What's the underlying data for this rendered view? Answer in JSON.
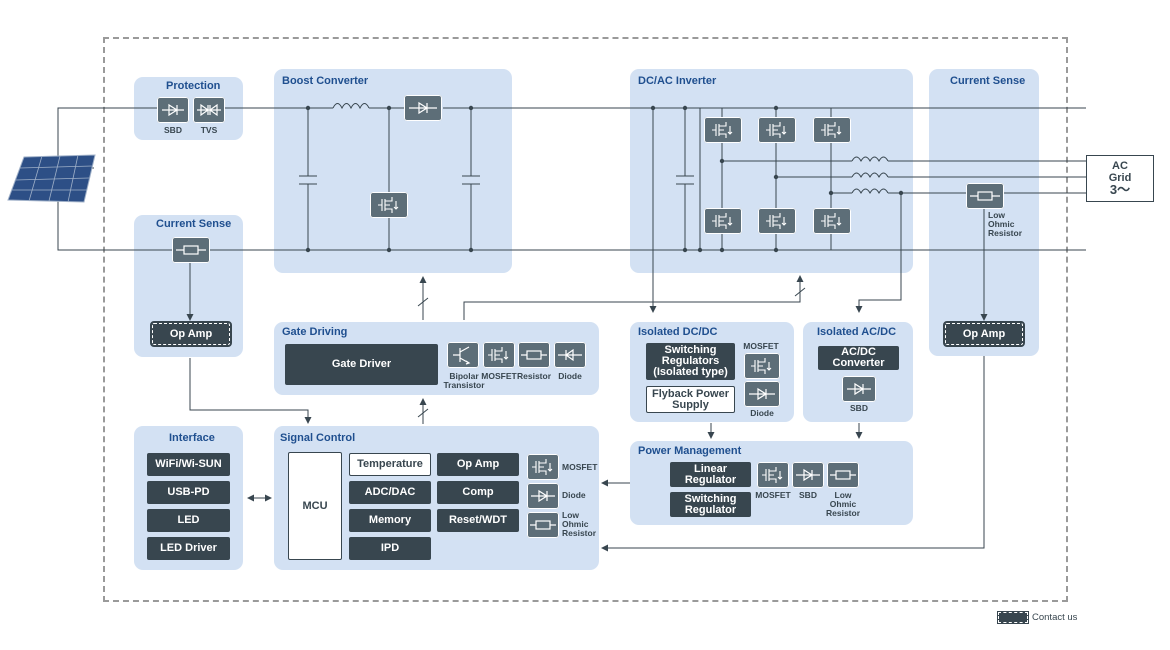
{
  "blocks": {
    "protection": "Protection",
    "boost_converter": "Boost Converter",
    "dcac_inverter": "DC/AC Inverter",
    "current_sense_right": "Current Sense",
    "current_sense_left": "Current Sense",
    "gate_driving": "Gate Driving",
    "isolated_dcdc": "Isolated DC/DC",
    "isolated_acdc": "Isolated AC/DC",
    "interface": "Interface",
    "signal_control": "Signal Control",
    "power_management": "Power Management"
  },
  "labels": {
    "sbd": "SBD",
    "tvs": "TVS",
    "low_ohmic_resistor": [
      "Low",
      "Ohmic",
      "Resistor"
    ],
    "op_amp": "Op Amp",
    "gate_driver": "Gate Driver",
    "bipolar": [
      "Bipolar",
      "Transistor"
    ],
    "mosfet": "MOSFET",
    "resistor": "Resistor",
    "diode": "Diode",
    "switching_regulators": [
      "Switching",
      "Regulators",
      "(Isolated type)"
    ],
    "flyback": [
      "Flyback Power",
      "Supply"
    ],
    "acdc_converter": [
      "AC/DC",
      "Converter"
    ],
    "interface_items": [
      "WiFi/Wi-SUN",
      "USB-PD",
      "LED",
      "LED Driver"
    ],
    "mcu": "MCU",
    "temperature": "Temperature",
    "adc_dac": "ADC/DAC",
    "memory": "Memory",
    "ipd": "IPD",
    "op_amp_sc": "Op Amp",
    "comp": "Comp",
    "reset_wdt": "Reset/WDT",
    "linear_regulator": [
      "Linear",
      "Regulator"
    ],
    "switching_regulator": [
      "Switching",
      "Regulator"
    ]
  },
  "ac_grid": [
    "AC",
    "Grid",
    "3～"
  ],
  "legend": {
    "contact_us": "Contact us"
  },
  "colors": {
    "block_bg": "#d3e1f3",
    "chip": "#38464f",
    "title": "#1f4f8f",
    "line": "#38464f"
  }
}
